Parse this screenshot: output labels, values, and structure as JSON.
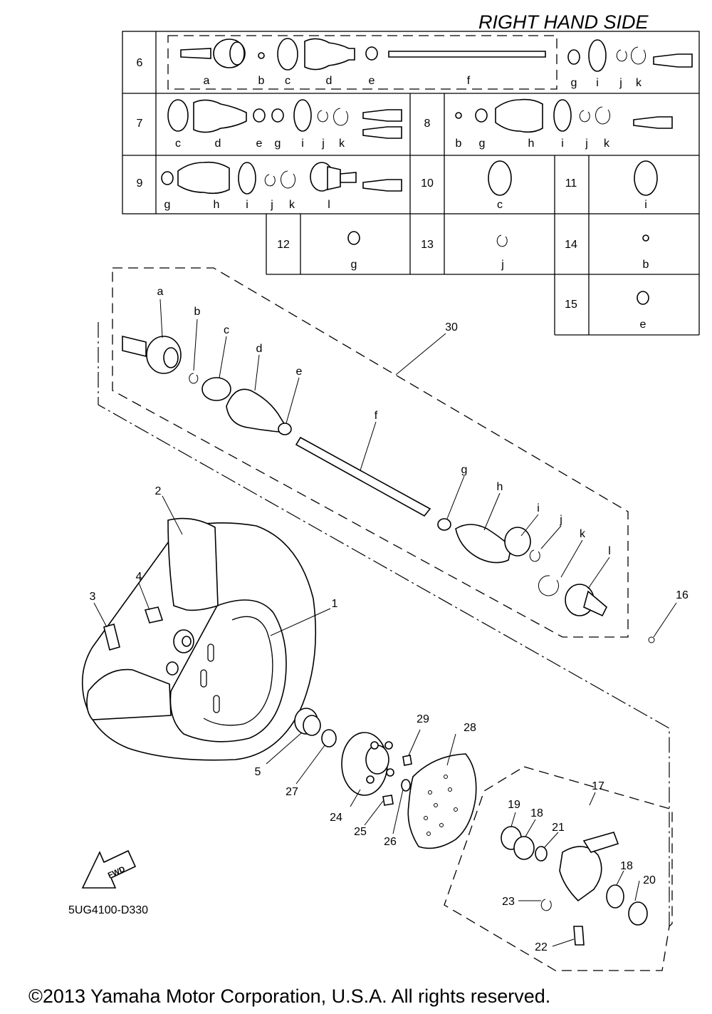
{
  "title": "RIGHT HAND SIDE",
  "diagram_code": "5UG4100-D330",
  "copyright": "©2013 Yamaha Motor Corporation, U.S.A. All rights reserved.",
  "fwd_label": "FWD",
  "kits": [
    {
      "num": "6",
      "letters": [
        "a",
        "b",
        "c",
        "d",
        "e",
        "f",
        "g",
        "i",
        "j",
        "k"
      ]
    },
    {
      "num": "7",
      "letters": [
        "c",
        "d",
        "e",
        "g",
        "i",
        "j",
        "k"
      ]
    },
    {
      "num": "8",
      "letters": [
        "b",
        "g",
        "h",
        "i",
        "j",
        "k"
      ]
    },
    {
      "num": "9",
      "letters": [
        "g",
        "h",
        "i",
        "j",
        "k",
        "l"
      ]
    },
    {
      "num": "10",
      "letters": [
        "c"
      ]
    },
    {
      "num": "11",
      "letters": [
        "i"
      ]
    },
    {
      "num": "12",
      "letters": [
        "g"
      ]
    },
    {
      "num": "13",
      "letters": [
        "j"
      ]
    },
    {
      "num": "14",
      "letters": [
        "b"
      ]
    },
    {
      "num": "15",
      "letters": [
        "e"
      ]
    }
  ],
  "shaft_letters": [
    "a",
    "b",
    "c",
    "d",
    "e",
    "f",
    "g",
    "h",
    "i",
    "j",
    "k",
    "l"
  ],
  "parts": [
    "1",
    "2",
    "3",
    "4",
    "5",
    "16",
    "17",
    "18",
    "18",
    "19",
    "20",
    "21",
    "22",
    "23",
    "24",
    "25",
    "26",
    "27",
    "28",
    "29",
    "30"
  ]
}
